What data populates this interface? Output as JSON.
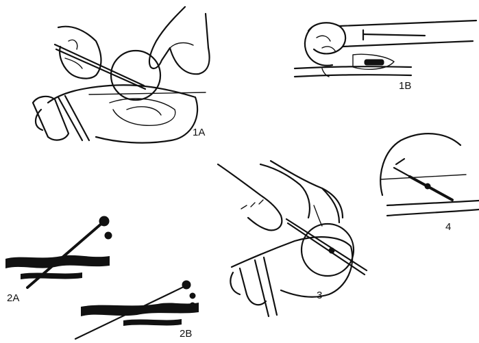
{
  "figure": {
    "panels": [
      {
        "id": "1A",
        "label": "1A"
      },
      {
        "id": "1B",
        "label": "1B"
      },
      {
        "id": "2A",
        "label": "2A"
      },
      {
        "id": "2B",
        "label": "2B"
      },
      {
        "id": "3",
        "label": "3"
      },
      {
        "id": "4",
        "label": "4"
      }
    ]
  },
  "colors": {
    "ink": "#111111",
    "paper": "#ffffff"
  }
}
